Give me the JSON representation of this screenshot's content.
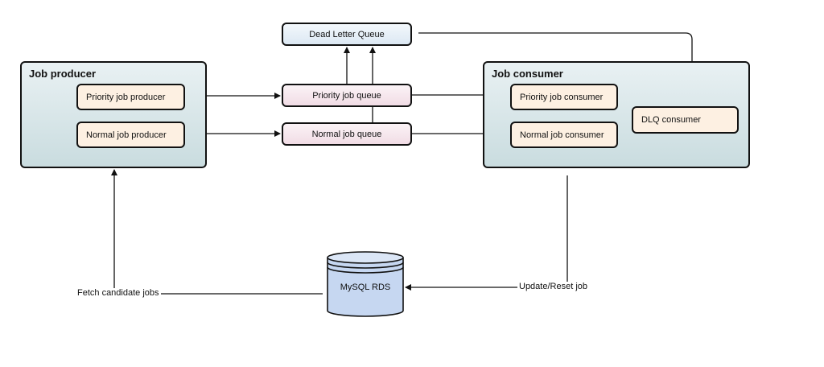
{
  "groups": {
    "producer": {
      "title": "Job producer"
    },
    "consumer": {
      "title": "Job consumer"
    }
  },
  "nodes": {
    "priority_producer": "Priority job producer",
    "normal_producer": "Normal job producer",
    "dead_letter_queue": "Dead Letter Queue",
    "priority_queue": "Priority job queue",
    "normal_queue": "Normal job queue",
    "priority_consumer": "Priority job consumer",
    "normal_consumer": "Normal job consumer",
    "dlq_consumer": "DLQ consumer",
    "database": "MySQL RDS"
  },
  "edge_labels": {
    "fetch": "Fetch candidate jobs",
    "update": "Update/Reset job"
  }
}
